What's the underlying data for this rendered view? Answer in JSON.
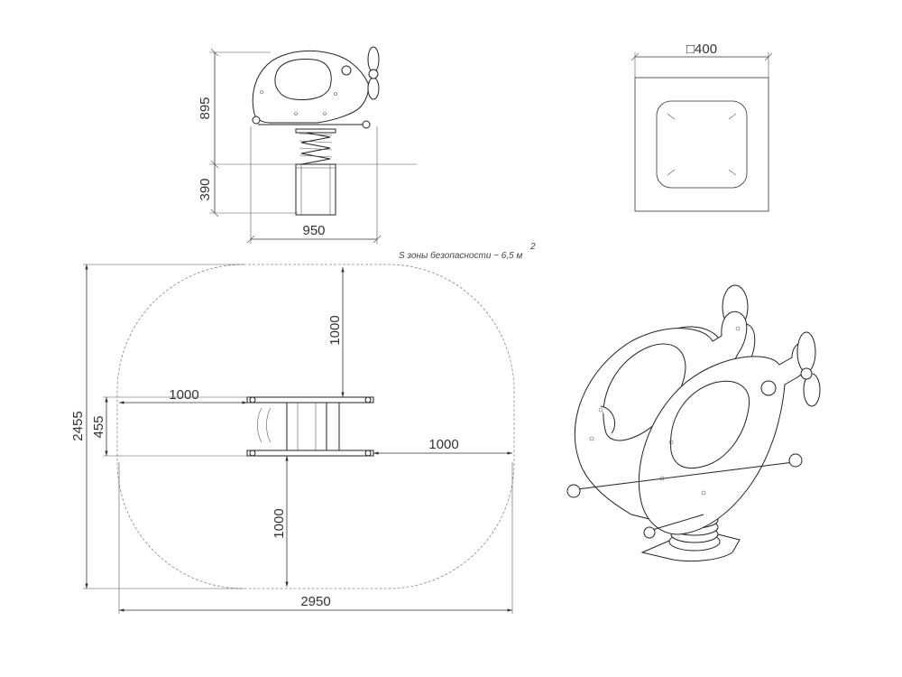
{
  "front_view": {
    "height_above": "895",
    "height_below": "390",
    "width": "950"
  },
  "foundation_view": {
    "size": "□400"
  },
  "safety_zone": {
    "note": "S зоны безопасности ~ 6,5 м",
    "note_sup": "2",
    "total_height": "2455",
    "item_depth": "455",
    "top_clearance": "1000",
    "bottom_clearance": "1000",
    "left_clearance": "1000",
    "right_clearance": "1000",
    "total_width": "2950"
  }
}
